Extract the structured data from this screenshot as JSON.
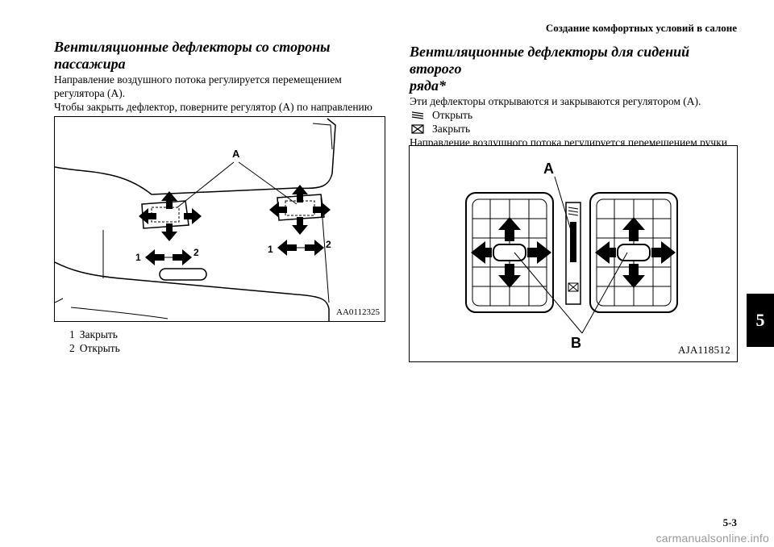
{
  "header": {
    "title": "Создание комфортных условий в салоне"
  },
  "chapter_tab": "5",
  "left_section": {
    "title": "Вентиляционные дефлекторы со стороны пассажира",
    "paragraphs": [
      "Направление воздушного потока регулируется перемещением регулятора (A).",
      "Чтобы закрыть дефлектор, поверните регулятор (A) по направлению влево."
    ],
    "figure": {
      "code": "AA0112325",
      "labels": {
        "a": "A",
        "one_left": "1",
        "two_left": "2",
        "one_right": "1",
        "two_right": "2"
      }
    },
    "legend": [
      {
        "num": "1",
        "text": "Закрыть"
      },
      {
        "num": "2",
        "text": "Открыть"
      }
    ]
  },
  "right_section": {
    "title_line1": "Вентиляционные дефлекторы для сидений второго",
    "title_line2": "ряда*",
    "intro": "Эти дефлекторы открываются и закрываются регулятором (A).",
    "open_label": "Открыть",
    "close_label": "Закрыть",
    "open_icon": "vent-open-icon",
    "close_icon": "vent-closed-icon",
    "para": "Направление воздушного потока регулируется перемещением ручки (B).",
    "figure": {
      "code": "AJA118512",
      "labels": {
        "a": "A",
        "b": "B"
      }
    }
  },
  "page_number": "5-3",
  "watermark": "carmanualsonline.info"
}
